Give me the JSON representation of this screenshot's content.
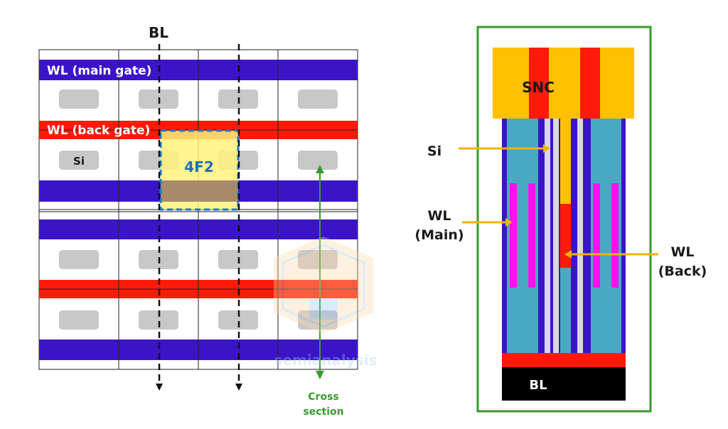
{
  "left_diagram": {
    "bl_label": "BL",
    "wl_main_label": "WL (main gate)",
    "wl_back_label": "WL (back gate)",
    "si_label": "Si",
    "cell_label": "4F2",
    "cross_section_line1": "Cross",
    "cross_section_line2": "section"
  },
  "right_diagram": {
    "snc_label": "SNC",
    "bl_label": "BL",
    "si_label": "Si",
    "wl_main_line1": "WL",
    "wl_main_line2": "(Main)",
    "wl_back_line1": "WL",
    "wl_back_line2": "(Back)"
  },
  "watermark": "semianalysis",
  "colors": {
    "wl_main": "#3b14c8",
    "wl_back": "#ff1a0a",
    "si_pad": "#c8c8c8",
    "cell_fill": "#fff27a",
    "cell_border": "#1f7ac4",
    "snc": "#ffc000",
    "teal": "#4aa9c2",
    "magenta": "#ff10f0",
    "frame": "#3a9a2e",
    "arrow": "#f0b400"
  }
}
